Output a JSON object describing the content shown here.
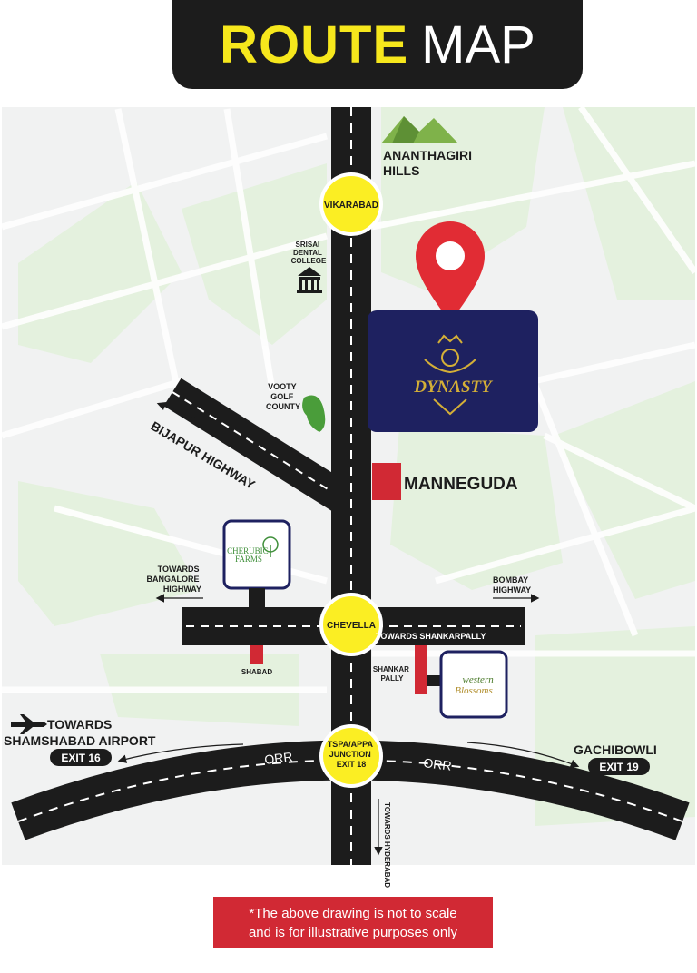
{
  "header": {
    "title_part1": "ROUTE",
    "title_part2": "MAP"
  },
  "landmarks": {
    "ananthagiri_line1": "ANANTHAGIRI",
    "ananthagiri_line2": "HILLS",
    "vikarabad": "VIKARABAD",
    "srisai_line1": "SRISAI",
    "srisai_line2": "DENTAL",
    "srisai_line3": "COLLEGE",
    "vooty_line1": "VOOTY",
    "vooty_line2": "GOLF",
    "vooty_line3": "COUNTY",
    "bijapur_highway": "BIJAPUR HIGHWAY",
    "manneguda": "MANNEGUDA",
    "towards_bangalore_line1": "TOWARDS",
    "towards_bangalore_line2": "BANGALORE",
    "towards_bangalore_line3": "HIGHWAY",
    "bombay_line1": "BOMBAY",
    "bombay_line2": "HIGHWAY",
    "chevella": "CHEVELLA",
    "towards_shankarpally": "TOWARDS SHANKARPALLY",
    "shabad": "SHABAD",
    "shankar_line1": "SHANKAR",
    "shankar_line2": "PALLY",
    "airport_line1": "TOWARDS",
    "airport_line2": "SHAMSHABAD AIRPORT",
    "exit16": "EXIT 16",
    "orr_left": "ORR",
    "orr_right": "ORR",
    "tspa_line1": "TSPA/APPA",
    "tspa_line2": "JUNCTION",
    "tspa_line3": "EXIT 18",
    "gachibowli": "GACHIBOWLI",
    "exit19": "EXIT 19",
    "towards_hyderabad": "TOWARDS HYDERABAD"
  },
  "logos": {
    "dynasty": "DYNASTY",
    "cherubic_line1": "CHERUBIC",
    "cherubic_line2": "FARMS",
    "western_line1": "western",
    "western_line2": "Blossoms"
  },
  "disclaimer": {
    "line1": "*The above drawing is not to scale",
    "line2": "and is for illustrative purposes only"
  },
  "colors": {
    "road": "#1c1c1c",
    "junction_yellow": "#fbee23",
    "marker_red": "#d12934",
    "dynasty_navy": "#1e2160",
    "green_area": "#e4f1de",
    "map_background": "#f1f2f2"
  }
}
